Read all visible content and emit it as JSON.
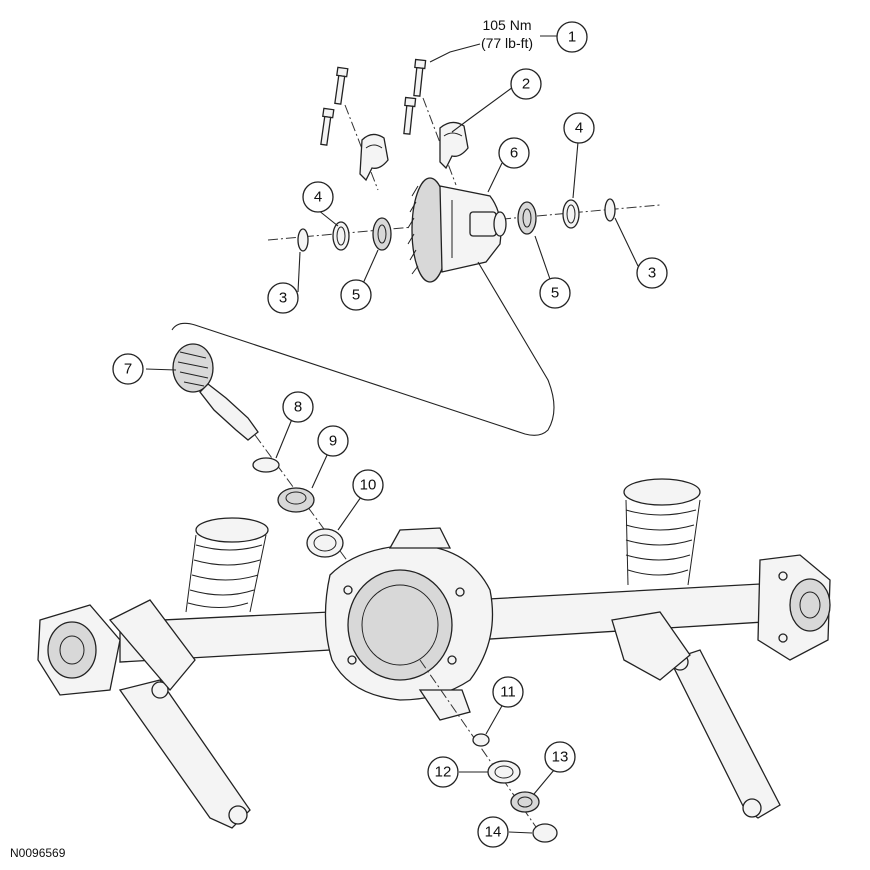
{
  "torque": {
    "line1": "105 Nm",
    "line2": "(77 lb-ft)"
  },
  "callouts": [
    "1",
    "2",
    "3",
    "3",
    "4",
    "4",
    "5",
    "5",
    "6",
    "7",
    "8",
    "9",
    "10",
    "11",
    "12",
    "13",
    "14"
  ],
  "figure_id": "N0096569"
}
